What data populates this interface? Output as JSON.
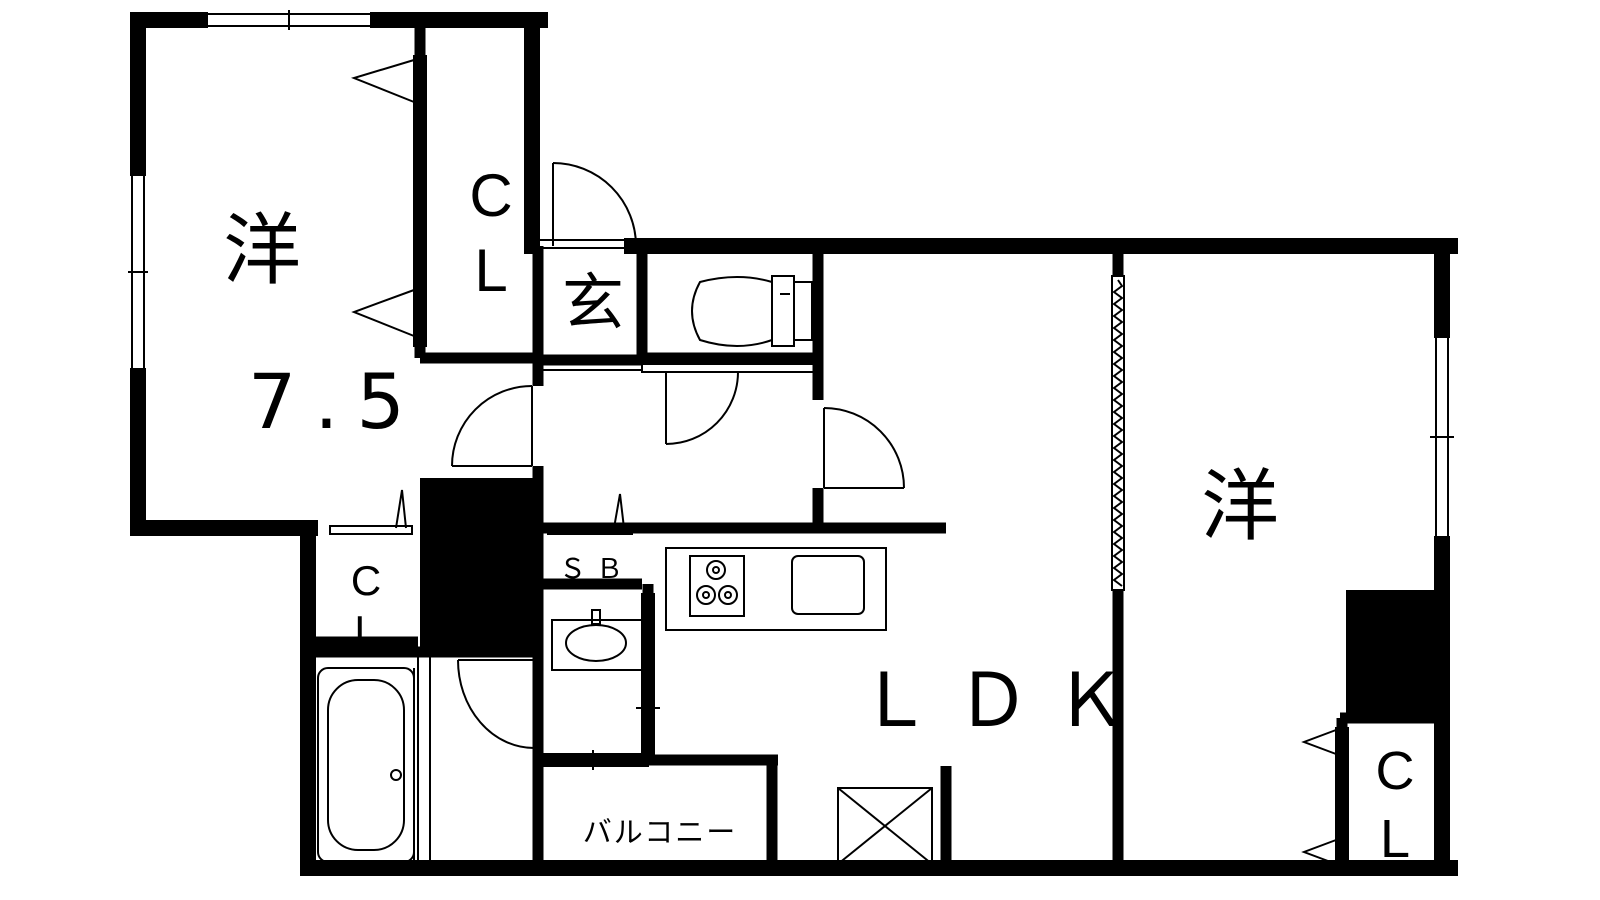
{
  "rooms": {
    "western_1": {
      "label": "洋",
      "size": "7.5"
    },
    "closet_1": {
      "line1": "C",
      "line2": "L"
    },
    "entrance": {
      "label": "玄"
    },
    "closet_2": {
      "line1": "C",
      "line2": "L"
    },
    "shoe_box": {
      "label": "ＳＢ"
    },
    "ldk": {
      "label": "ＬＤＫ"
    },
    "western_2": {
      "label": "洋"
    },
    "closet_3": {
      "line1": "C",
      "line2": "L"
    },
    "balcony": {
      "label": "バルコニー"
    }
  },
  "colors": {
    "wall": "#000000",
    "background": "#ffffff",
    "line": "#000000"
  }
}
